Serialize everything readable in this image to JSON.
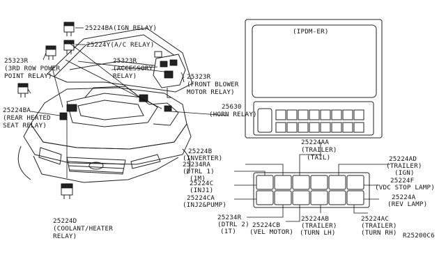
{
  "diagram_id": "R25200C6",
  "labels": {
    "l_25224ba_ign": "25224BA(IGN RELAY)",
    "l_25224y": "25224Y(A/C RELAY)",
    "l_25323r_3rd": [
      "25323R",
      "(3RD ROW POWER",
      "POINT RELAY)"
    ],
    "l_25323r_acc": [
      "25323R",
      "(ACCESSORY",
      "RELAY)"
    ],
    "l_25323r_blower": [
      "25323R",
      "(FRONT BLOWER",
      "MOTOR RELAY)"
    ],
    "l_25224ba_rear": [
      "25224BA",
      "(REAR HEATED",
      "SEAT RELAY)"
    ],
    "l_25630": [
      "25630",
      "(HORN RELAY)"
    ],
    "l_25224d": [
      "25224D",
      "(COOLANT/HEATER",
      "RELAY)"
    ],
    "l_ipdm": "(IPDM-ER)",
    "l_25224aa": [
      "25224AA",
      "(TRAILER)",
      "(TAIL)"
    ],
    "l_25224b": [
      "25224B",
      "(INVERTER)"
    ],
    "l_25234ra": [
      "25234RA",
      "(DTRL 1)",
      "(1M)"
    ],
    "l_25224c": [
      "25224C",
      "(INJ1)"
    ],
    "l_25224ca": [
      "25224CA",
      "(INJ2&PUMP)"
    ],
    "l_25234r": [
      "25234R",
      "(DTRL 2)",
      "(1T)"
    ],
    "l_25224cb": [
      "25224CB",
      "(VEL MOTOR)"
    ],
    "l_25224ab": [
      "25224AB",
      "(TRAILER)",
      "(TURN LH)"
    ],
    "l_25224ac": [
      "25224AC",
      "(TRAILER)",
      "(TURN RH)"
    ],
    "l_25224ad": [
      "25224AD",
      "(TRAILER)",
      "(IGN)"
    ],
    "l_25224f": [
      "25224F",
      "(VDC STOP LAMP)"
    ],
    "l_25224a": [
      "25224A",
      "(REV LAMP)"
    ]
  }
}
